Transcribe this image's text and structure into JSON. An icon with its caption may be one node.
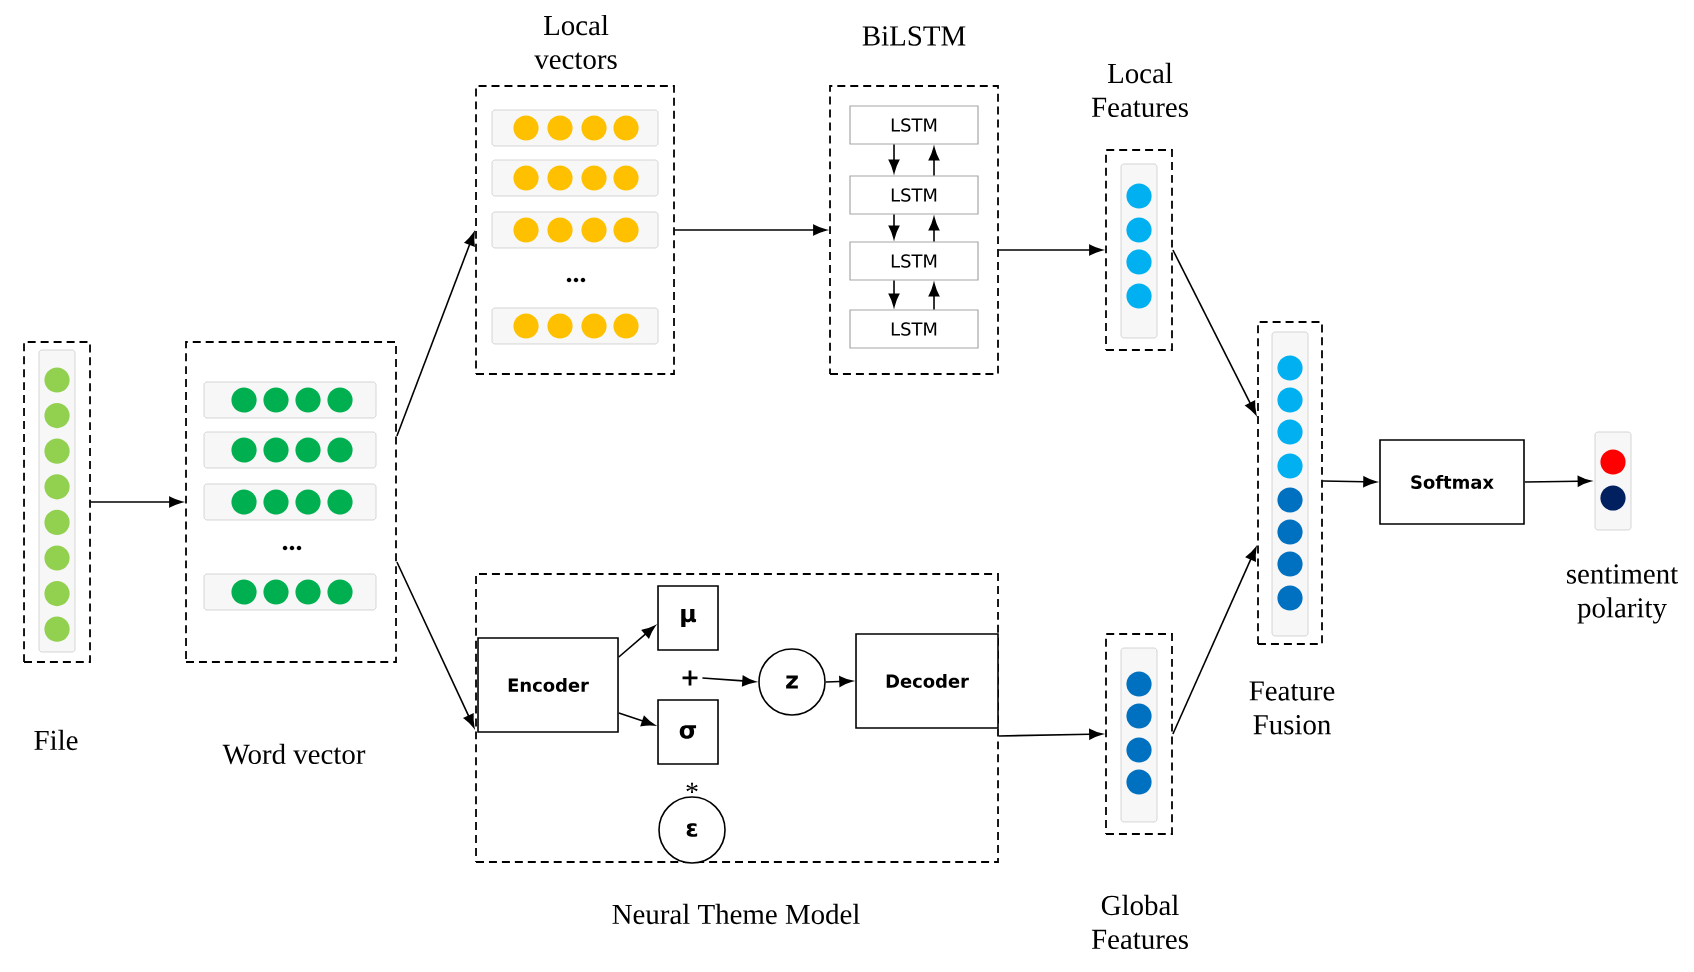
{
  "diagram": {
    "nodes": [
      {
        "text": [
          "File"
        ]
      },
      {
        "text": [
          "Word vector"
        ]
      },
      {
        "text": [
          "Local vectors"
        ]
      },
      {
        "text": [
          "BiLSTM"
        ]
      },
      {
        "text": [
          "LSTM"
        ],
        "in": 3
      },
      {
        "text": [
          "LSTM"
        ],
        "in": 3
      },
      {
        "text": [
          "LSTM"
        ],
        "in": 3
      },
      {
        "text": [
          "LSTM"
        ],
        "in": 3
      },
      {
        "text": [
          "Local Features"
        ]
      },
      {
        "text": [
          "Neural Theme Model"
        ]
      },
      {
        "text": [
          "Encoder"
        ],
        "in": 9
      },
      {
        "text": [
          "μ"
        ],
        "in": 9
      },
      {
        "text": [
          "+"
        ],
        "in": 9
      },
      {
        "text": [
          "σ"
        ],
        "in": 9
      },
      {
        "text": [
          "ε"
        ],
        "in": 9
      },
      {
        "text": [
          "z"
        ],
        "in": 9
      },
      {
        "text": [
          "Decoder"
        ],
        "in": 9
      },
      {
        "text": [
          "Global Features"
        ]
      },
      {
        "text": [
          "Feature Fusion"
        ]
      },
      {
        "text": [
          "Softmax"
        ]
      },
      {
        "text": [
          "sentiment polarity"
        ]
      }
    ],
    "edges": [
      {
        "from": 0,
        "to": 1,
        "arrow": "to"
      },
      {
        "from": 1,
        "to": 2,
        "arrow": "to"
      },
      {
        "from": 1,
        "to": 9,
        "arrow": "to"
      },
      {
        "from": 2,
        "to": 3,
        "arrow": "to"
      },
      {
        "from": 3,
        "to": 8,
        "arrow": "to"
      },
      {
        "from": 8,
        "to": 18,
        "arrow": "to"
      },
      {
        "from": 9,
        "to": 17,
        "arrow": "to"
      },
      {
        "from": 17,
        "to": 18,
        "arrow": "to"
      },
      {
        "from": 18,
        "to": 19,
        "arrow": "to"
      },
      {
        "from": 19,
        "to": 20,
        "arrow": "to"
      },
      {
        "from": 10,
        "to": 11,
        "arrow": "to"
      },
      {
        "from": 10,
        "to": 13,
        "arrow": "to"
      },
      {
        "from": 12,
        "to": 15,
        "arrow": "to"
      },
      {
        "from": 15,
        "to": 16,
        "arrow": "to"
      },
      {
        "from": 4,
        "to": 5,
        "arrow": "to"
      },
      {
        "from": 5,
        "to": 4,
        "arrow": "to"
      },
      {
        "from": 5,
        "to": 6,
        "arrow": "to"
      },
      {
        "from": 6,
        "to": 5,
        "arrow": "to"
      },
      {
        "from": 6,
        "to": 7,
        "arrow": "to"
      },
      {
        "from": 7,
        "to": 6,
        "arrow": "to"
      }
    ],
    "labels": [
      "...",
      "...",
      "*"
    ]
  }
}
